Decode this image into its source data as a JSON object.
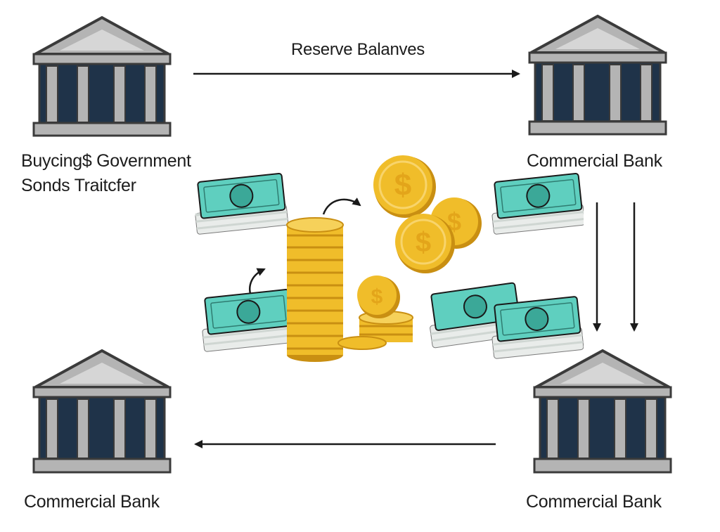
{
  "labels": {
    "reserve_balances": "Reserve Balanves",
    "buying_line1": "Buycing$  Government",
    "buying_line2": "Sonds Traitcfer   ",
    "commercial_bank_top_right": "Commercial Bank",
    "commercial_bank_bottom_left": "Commercial Bank",
    "commercial_bank_bottom_right": "Commercial Bank"
  },
  "colors": {
    "bank_dark": "#1f3349",
    "bank_gray": "#b4b4b4",
    "bank_outline": "#3b3b3b",
    "coin_gold": "#f0bd2a",
    "coin_dark": "#c98f12",
    "bill_teal": "#5fcfbf",
    "arrow": "#1a1a1a"
  },
  "icons": {
    "bank": "bank-building-icon",
    "cash": "cash-stack-icon",
    "coins": "coin-stack-icon",
    "dollar": "dollar-coin-icon"
  }
}
